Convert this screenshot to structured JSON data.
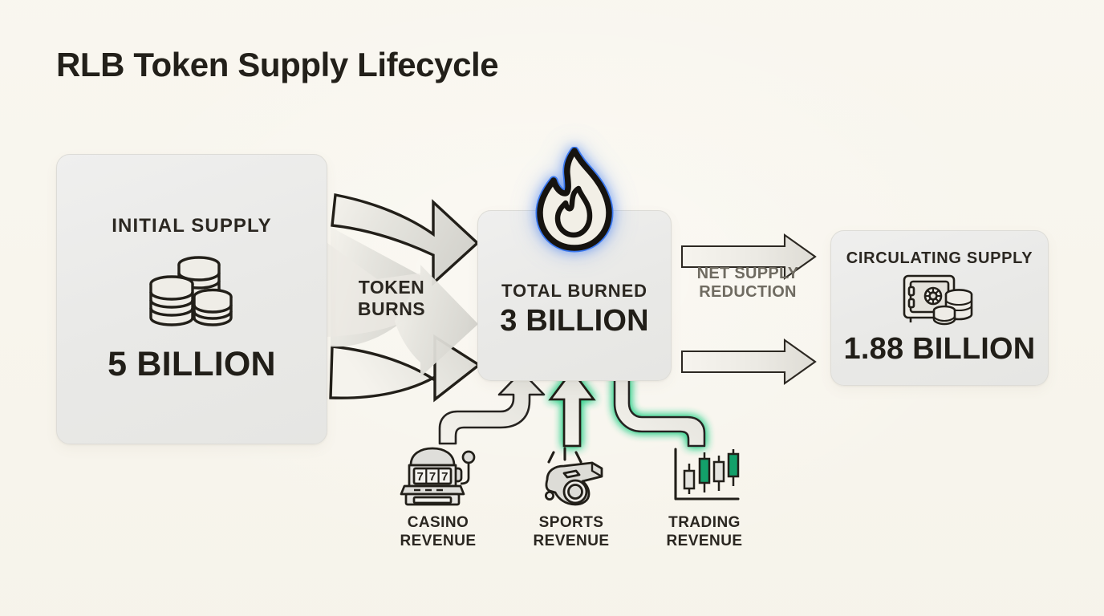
{
  "title": "RLB Token Supply Lifecycle",
  "theme": {
    "background": "#f8f5ed",
    "panel_fill": "#e9e9e7",
    "panel_border": "#dddcd7",
    "text_dark": "#23201a",
    "text_muted": "#6f6b61",
    "flame_glow": "#3a78f0",
    "burn_glow": "#2fd08a",
    "candle_green": "#13a06a",
    "arrow_outline": "#2a2620",
    "arrow_fill_light": "#f1efe9",
    "arrow_fill_dark": "#d9d8d2"
  },
  "panels": [
    {
      "id": "initial-supply",
      "caption": "INITIAL SUPPLY",
      "value": "5 BILLION",
      "icon": "coin-stacks-icon"
    },
    {
      "id": "total-burned",
      "caption": "TOTAL BURNED",
      "value": "3 BILLION",
      "icon": "flame-icon"
    },
    {
      "id": "circulating-supply",
      "caption": "CIRCULATING SUPPLY",
      "value": "1.88 BILLION",
      "icon": "safe-with-coins-icon"
    }
  ],
  "flows": [
    {
      "id": "token-burns",
      "label": "TOKEN\nBURNS",
      "from": "initial-supply",
      "to": "total-burned",
      "style": "thick-curved-arrows",
      "count": 2
    },
    {
      "id": "net-supply-reduction",
      "label": "NET SUPPLY\nREDUCTION",
      "from": "total-burned",
      "to": "circulating-supply",
      "style": "thin-straight-arrows",
      "count": 2
    }
  ],
  "revenue_sources": [
    {
      "id": "casino-revenue",
      "label": "CASINO\nREVENUE",
      "icon": "slot-machine-icon",
      "reel_symbols": [
        "7",
        "7",
        "7"
      ],
      "arrow": "curved-left-gray"
    },
    {
      "id": "sports-revenue",
      "label": "SPORTS\nREVENUE",
      "icon": "whistle-icon",
      "arrow": "straight-up-green-glow"
    },
    {
      "id": "trading-revenue",
      "label": "TRADING\nREVENUE",
      "icon": "candlestick-chart-icon",
      "arrow": "curved-right-green-glow"
    }
  ],
  "chart_data": {
    "type": "diagram",
    "title": "RLB Token Supply Lifecycle",
    "nodes": [
      {
        "name": "Initial Supply",
        "value": 5.0,
        "unit": "billion"
      },
      {
        "name": "Total Burned",
        "value": 3.0,
        "unit": "billion"
      },
      {
        "name": "Circulating Supply",
        "value": 1.88,
        "unit": "billion"
      }
    ],
    "edges": [
      {
        "from": "Initial Supply",
        "to": "Total Burned",
        "label": "Token Burns"
      },
      {
        "from": "Total Burned",
        "to": "Circulating Supply",
        "label": "Net Supply Reduction"
      },
      {
        "from": "Casino Revenue",
        "to": "Total Burned",
        "label": ""
      },
      {
        "from": "Sports Revenue",
        "to": "Total Burned",
        "label": ""
      },
      {
        "from": "Trading Revenue",
        "to": "Total Burned",
        "label": ""
      }
    ],
    "candlestick_icon": {
      "candles": [
        {
          "direction": "down",
          "color": "#e3e2dd"
        },
        {
          "direction": "up",
          "color": "#13a06a"
        },
        {
          "direction": "down",
          "color": "#e3e2dd"
        },
        {
          "direction": "up",
          "color": "#13a06a"
        }
      ]
    }
  }
}
